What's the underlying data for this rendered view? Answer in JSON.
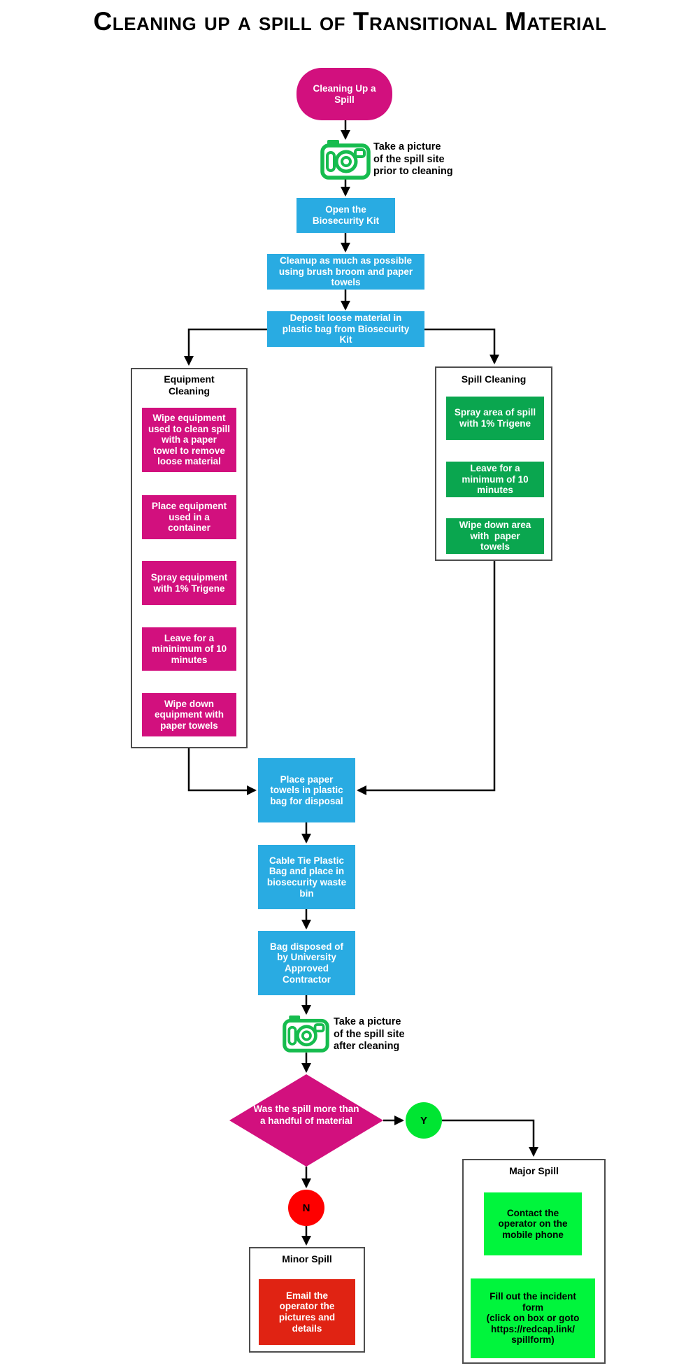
{
  "title": "Cleaning up a spill of Transitional Material",
  "colors": {
    "magenta": "#d2107e",
    "blue": "#29abe2",
    "green": "#0aa64f",
    "bright_green": "#00f53c",
    "yes_circle_green": "#00e532",
    "no_circle_red": "#fe0000",
    "red_box": "#e02313",
    "camera_green": "#16bc4e",
    "connector_black": "#000000",
    "container_border_gray": "#4d4d4d"
  },
  "flow": {
    "start": "Cleaning Up a\nSpill",
    "photo_before": "Take a picture\nof the spill site\nprior to cleaning",
    "open_kit": "Open the\nBiosecurity Kit",
    "cleanup": "Cleanup as much as possible\nusing brush broom and paper\ntowels",
    "deposit": "Deposit loose material in\nplastic bag from Biosecurity\nKit",
    "place_towels": "Place paper\ntowels in plastic\nbag for disposal",
    "cable_tie": "Cable Tie Plastic\nBag and place in\nbiosecurity waste\nbin",
    "bag_disposed": "Bag disposed of\nby University\nApproved\nContractor",
    "photo_after": "Take a picture\nof the spill site\nafter cleaning",
    "decision": "Was the spill more than\na handful of material",
    "yes": "Y",
    "no": "N"
  },
  "equipment_cleaning": {
    "header": "Equipment\nCleaning",
    "steps": [
      "Wipe equipment\nused to clean spill\nwith a paper\ntowel to remove\nloose material",
      "Place equipment\nused in a\ncontainer",
      "Spray equipment\nwith 1% Trigene",
      "Leave for a\nmininimum of 10\nminutes",
      "Wipe down\nequipment with\npaper towels"
    ]
  },
  "spill_cleaning": {
    "header": "Spill Cleaning",
    "steps": [
      "Spray area of spill\nwith 1% Trigene",
      "Leave for a\nminimum of 10\nminutes",
      "Wipe down area\nwith  paper\ntowels"
    ]
  },
  "major_spill": {
    "header": "Major Spill",
    "steps": [
      "Contact the\noperator on the\nmobile phone",
      "Fill out the incident\nform\n(click on box or goto\nhttps://redcap.link/\nspillform)"
    ]
  },
  "minor_spill": {
    "header": "Minor Spill",
    "steps": [
      "Email the\noperator the\npictures and\ndetails"
    ]
  }
}
